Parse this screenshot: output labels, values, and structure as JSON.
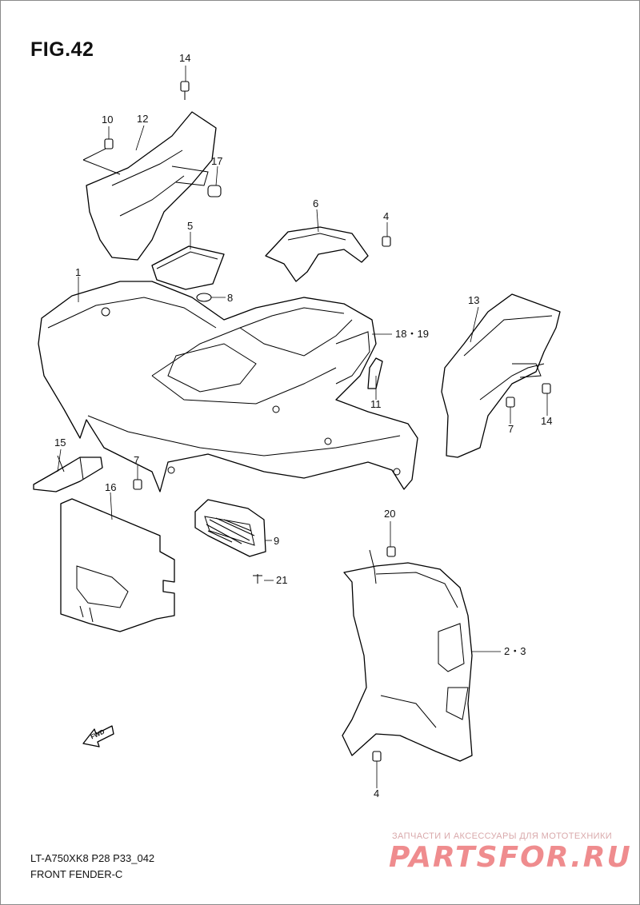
{
  "figure": {
    "title": "FIG.42"
  },
  "callouts": [
    {
      "id": "c14a",
      "label": "14"
    },
    {
      "id": "c10",
      "label": "10"
    },
    {
      "id": "c12",
      "label": "12"
    },
    {
      "id": "c17",
      "label": "17"
    },
    {
      "id": "c6",
      "label": "6"
    },
    {
      "id": "c4a",
      "label": "4"
    },
    {
      "id": "c5",
      "label": "5"
    },
    {
      "id": "c1",
      "label": "1"
    },
    {
      "id": "c8",
      "label": "8"
    },
    {
      "id": "c13",
      "label": "13"
    },
    {
      "id": "c1819",
      "label": "18・19"
    },
    {
      "id": "c11",
      "label": "11"
    },
    {
      "id": "c14b",
      "label": "14"
    },
    {
      "id": "c7a",
      "label": "7"
    },
    {
      "id": "c15",
      "label": "15"
    },
    {
      "id": "c7b",
      "label": "7"
    },
    {
      "id": "c16",
      "label": "16"
    },
    {
      "id": "c9",
      "label": "9"
    },
    {
      "id": "c20",
      "label": "20"
    },
    {
      "id": "c21",
      "label": "21"
    },
    {
      "id": "c23",
      "label": "2・3"
    },
    {
      "id": "c4b",
      "label": "4"
    }
  ],
  "direction_marker": {
    "label": "FWD"
  },
  "footer": {
    "model_code": "LT-A750XK8 P28 P33_042",
    "section_name": "FRONT FENDER-C"
  },
  "watermark": {
    "tagline": "ЗАПЧАСТИ И АКСЕССУАРЫ ДЛЯ МОТОТЕХНИКИ",
    "logo": "PARTSFOR.RU"
  }
}
